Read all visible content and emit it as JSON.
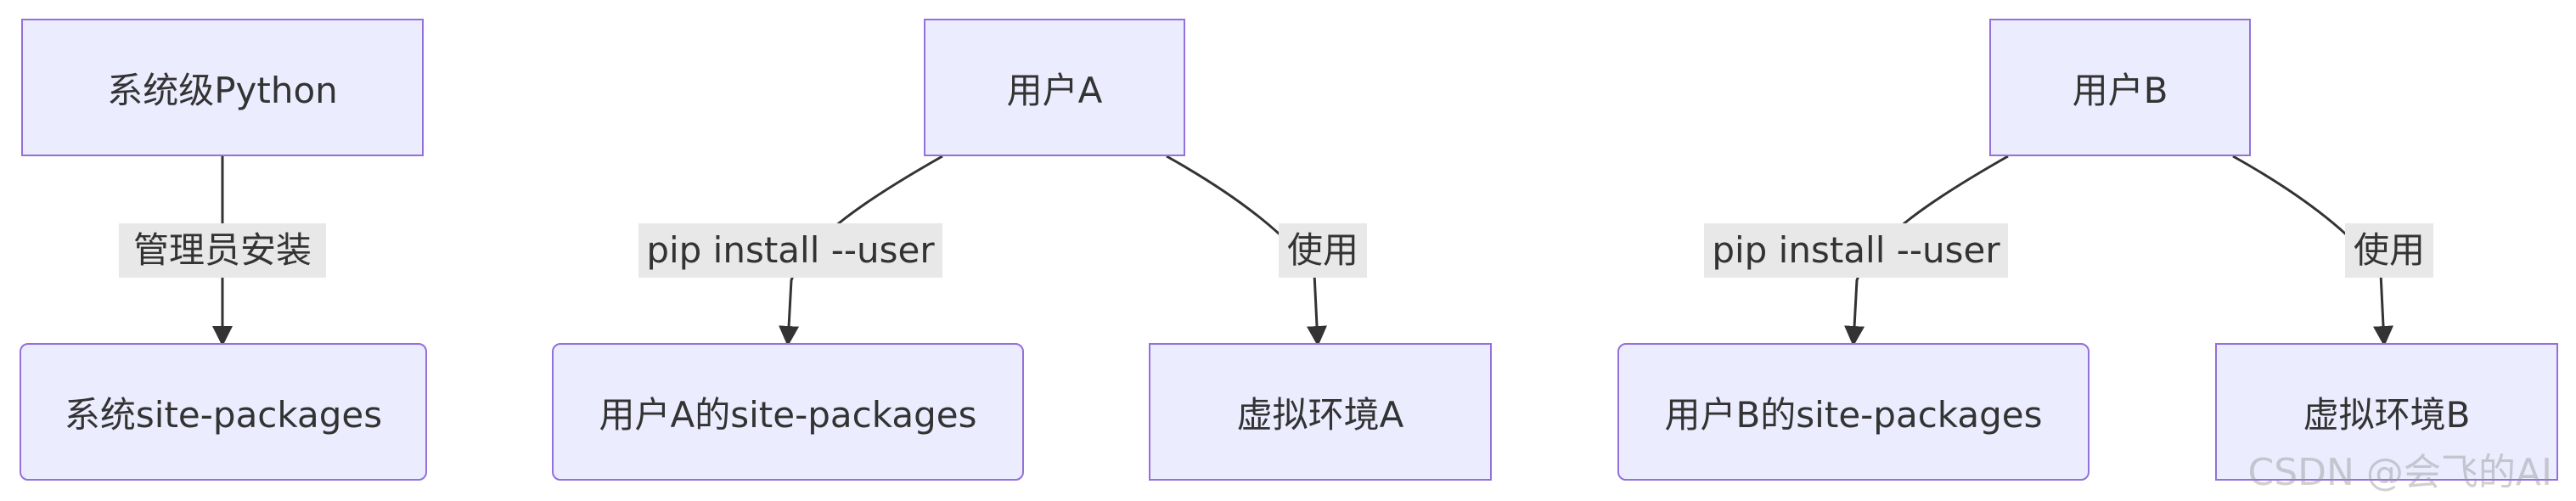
{
  "nodes": {
    "system_python": "系统级Python",
    "user_a": "用户A",
    "user_b": "用户B",
    "system_site_packages": "系统site-packages",
    "user_a_site_packages": "用户A的site-packages",
    "venv_a": "虚拟环境A",
    "user_b_site_packages": "用户B的site-packages",
    "venv_b": "虚拟环境B"
  },
  "edges": {
    "admin_install": "管理员安装",
    "pip_user_a": "pip install --user",
    "use_a": "使用",
    "pip_user_b": "pip install --user",
    "use_b": "使用"
  },
  "watermark": "CSDN @会飞的AI",
  "colors": {
    "node_fill": "#ECECFF",
    "node_border": "#9370DB",
    "edge_line": "#333333",
    "label_bg": "#E8E8E8"
  }
}
